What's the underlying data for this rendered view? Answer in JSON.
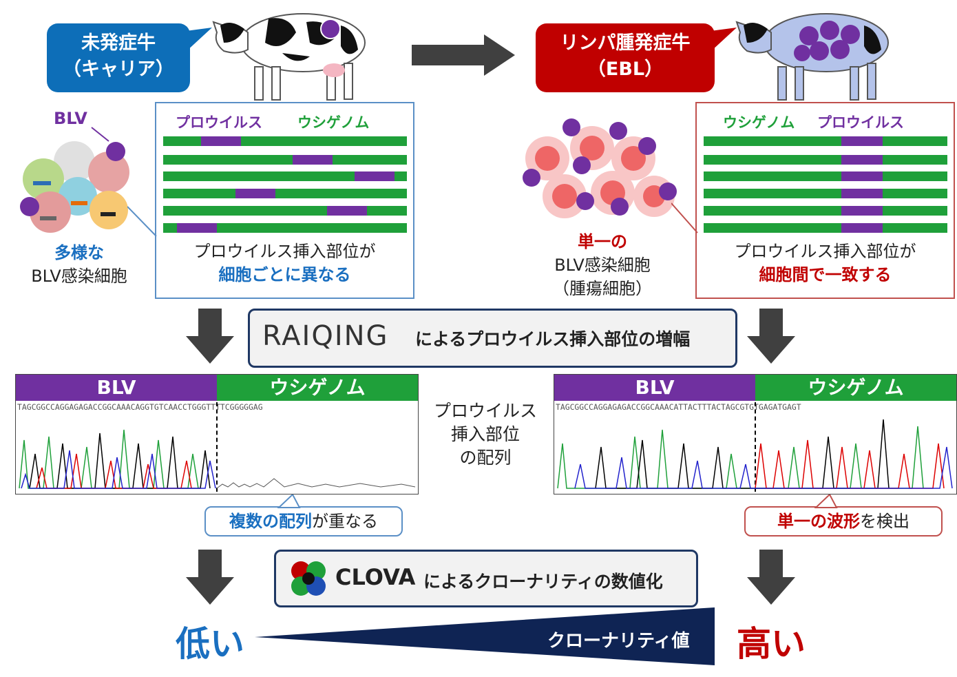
{
  "carrier": {
    "title_line1": "未発症牛",
    "title_line2": "（キャリア）"
  },
  "ebl": {
    "title_line1": "リンパ腫発症牛",
    "title_line2": "（EBL）"
  },
  "left_cells": {
    "virus_label": "BLV",
    "label_line1": "多様な",
    "label_line2": "BLV感染細胞"
  },
  "right_cells": {
    "label_line1": "単一の",
    "label_line2": "BLV感染細胞",
    "label_line3": "（腫瘍細胞）"
  },
  "left_panel": {
    "label_provirus": "プロウイルス",
    "label_genome": "ウシゲノム",
    "caption_line1": "プロウイルス挿入部位が",
    "caption_line2": "細胞ごとに異なる"
  },
  "right_panel": {
    "label_genome": "ウシゲノム",
    "label_provirus": "プロウイルス",
    "caption_line1": "プロウイルス挿入部位が",
    "caption_line2": "細胞間で一致する"
  },
  "raiqing": {
    "logo": "RAIQING",
    "text": "によるプロウイルス挿入部位の増幅"
  },
  "left_chrom": {
    "hdr_blv": "BLV",
    "hdr_genome": "ウシゲノム",
    "seq": "TAGCGGCCAGGAGAGACCGGCAAACAGGTGTCAACCTGGGTTTTCGGGGGAG"
  },
  "right_chrom": {
    "hdr_blv": "BLV",
    "hdr_genome": "ウシゲノム",
    "seq": "TAGCGGCCAGGAGAGACCGGCAAACATTACTTTACTAGCGTGTGAGATGAGT"
  },
  "middle_label": {
    "line1": "プロウイルス",
    "line2": "挿入部位",
    "line3": "の配列"
  },
  "left_callout": {
    "strong": "複数の配列",
    "rest": "が重なる"
  },
  "right_callout": {
    "strong": "単一の波形",
    "rest": "を検出"
  },
  "clova": {
    "logo": "CLOVA",
    "text": "によるクローナリティの数値化"
  },
  "scale": {
    "low": "低い",
    "high": "高い",
    "label": "クローナリティ値"
  },
  "colors": {
    "blue": "#0d6eb8",
    "red": "#c00000",
    "green": "#1fa03a",
    "purple": "#7030a0",
    "navy": "#0f2454"
  }
}
